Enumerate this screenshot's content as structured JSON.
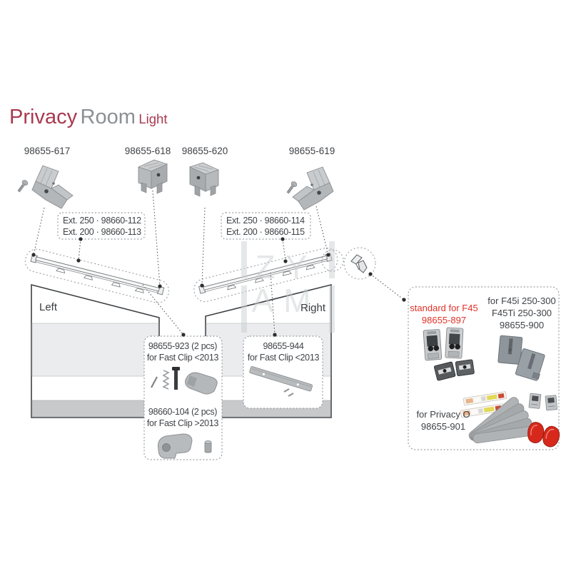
{
  "title": {
    "word1": "Privacy",
    "word2": "Room",
    "word3": "Light"
  },
  "top_parts": [
    {
      "id": "98655-617"
    },
    {
      "id": "98655-618"
    },
    {
      "id": "98655-620"
    },
    {
      "id": "98655-619"
    }
  ],
  "ext_boxes": {
    "left": {
      "line1": "Ext. 250 · 98660-112",
      "line2": "Ext. 200 · 98660-113"
    },
    "right": {
      "line1": "Ext. 250 · 98660-114",
      "line2": "Ext. 200 · 98660-115"
    }
  },
  "panels": {
    "left": "Left",
    "right": "Right"
  },
  "fastclip_box": {
    "item1": {
      "line1": "98655-923 (2 pcs)",
      "line2": "for Fast Clip <2013"
    },
    "item2": {
      "line1": "98660-104 (2 pcs)",
      "line2": "for Fast Clip >2013"
    }
  },
  "rafter_box": {
    "line1": "98655-944",
    "line2": "for Fast Clip <2013"
  },
  "kit_box": {
    "standard": {
      "line1": "standard for F45",
      "part": "98655-897"
    },
    "f45i": {
      "line1": "for F45i 250-300",
      "line2": "F45Ti 250-300",
      "part": "98655-900"
    },
    "privacy_o": {
      "line1": "for Privacy O",
      "part": "98655-901"
    }
  },
  "watermark": {
    "line1": "ZY",
    "line2": "AM"
  },
  "colors": {
    "title_red": "#a83a50",
    "title_gray": "#8b9095",
    "kit_red": "#e03228",
    "text": "#3f4246",
    "panel_band_light": "#eaecee",
    "panel_band_dark": "#c7c9cb",
    "part_gray": "#b4b8ba"
  }
}
